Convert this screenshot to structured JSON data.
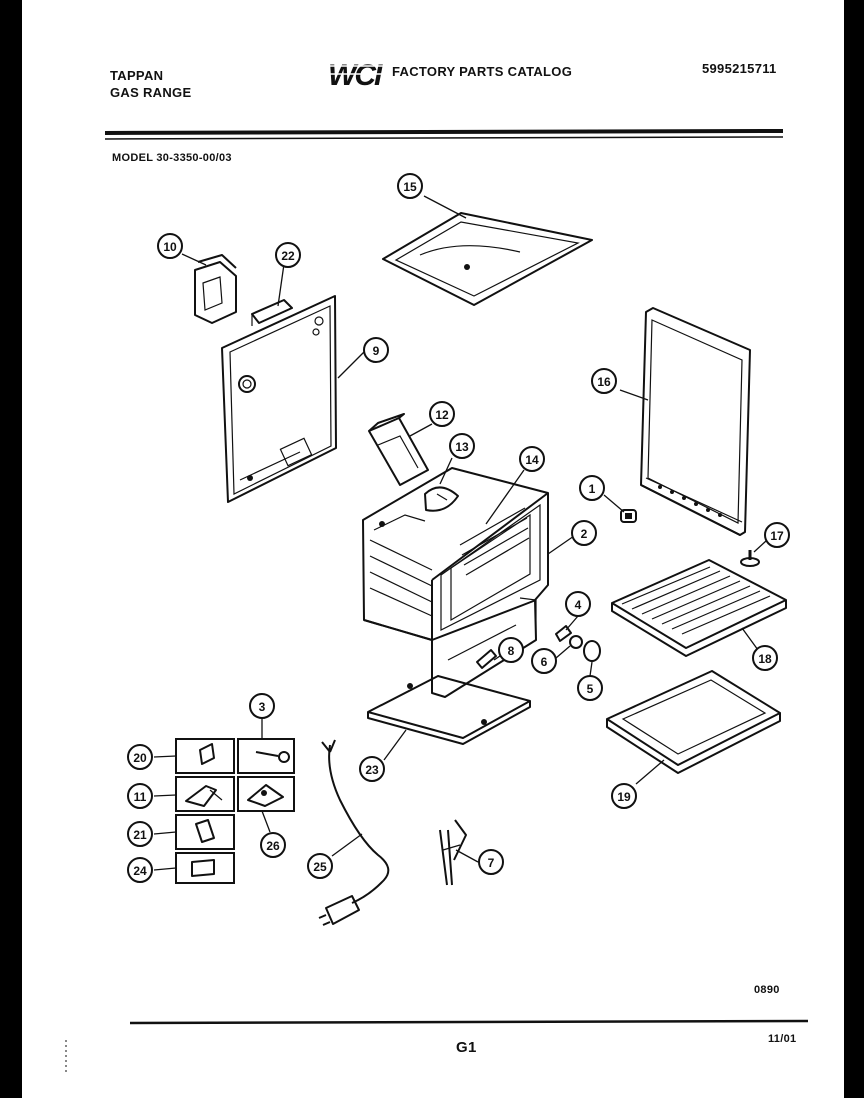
{
  "header": {
    "brand": "TAPPAN",
    "product": "GAS RANGE",
    "logo": "WCI",
    "catalog_title": "FACTORY PARTS CATALOG",
    "catalog_number": "5995215711",
    "model_label": "MODEL 30-3350-00/03"
  },
  "footer": {
    "code": "0890",
    "page": "G1",
    "date": "11/01"
  },
  "callouts": [
    "1",
    "2",
    "3",
    "4",
    "5",
    "6",
    "7",
    "8",
    "9",
    "10",
    "11",
    "12",
    "13",
    "14",
    "15",
    "16",
    "17",
    "18",
    "19",
    "20",
    "21",
    "22",
    "23",
    "24",
    "25",
    "26"
  ]
}
